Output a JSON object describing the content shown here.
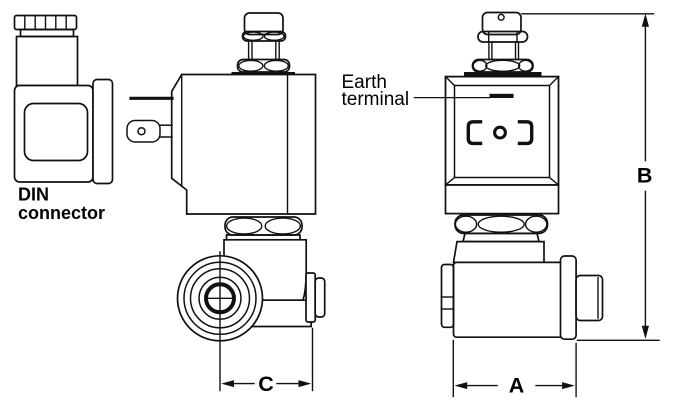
{
  "figure": {
    "background": "#ffffff",
    "line_color": "#111111",
    "text_color": "#000000"
  },
  "labels": {
    "din_connector": {
      "line1": "DIN",
      "line2": "connector"
    },
    "earth_terminal": {
      "line1": "Earth",
      "line2": "terminal"
    }
  },
  "dimensions": {
    "a": "A",
    "b": "B",
    "c": "C"
  }
}
